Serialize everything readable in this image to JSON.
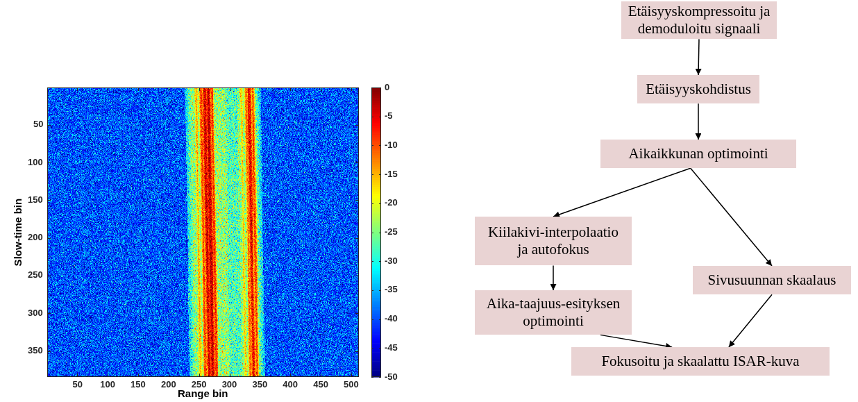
{
  "diagram": {
    "nodes": [
      {
        "text": [
          "Etäisyyskompressoitu ja demoduloitu signaali"
        ]
      },
      {
        "text": [
          "Etäisyyskohdistus"
        ]
      },
      {
        "text": [
          "Aikaikkunan optimointi"
        ]
      },
      {
        "text": [
          "Kiilakivi-interpolaatio ja autofokus"
        ]
      },
      {
        "text": [
          "Aika-taajuus-esityksen optimointi"
        ]
      },
      {
        "text": [
          "Sivusuunnan skaalaus"
        ]
      },
      {
        "text": [
          "Fokusoitu ja skaalattu ISAR-kuva"
        ]
      }
    ],
    "edges": [
      {
        "from": 0,
        "to": 1,
        "arrow": "to"
      },
      {
        "from": 1,
        "to": 2,
        "arrow": "to"
      },
      {
        "from": 2,
        "to": 3,
        "arrow": "to"
      },
      {
        "from": 2,
        "to": 5,
        "arrow": "to"
      },
      {
        "from": 3,
        "to": 4,
        "arrow": "to"
      },
      {
        "from": 4,
        "to": 6,
        "arrow": "to"
      },
      {
        "from": 5,
        "to": 6,
        "arrow": "to"
      }
    ],
    "labels": [
      "Slow-time bin",
      "50",
      "100",
      "150",
      "200",
      "250",
      "300",
      "350",
      "Range bin",
      "50",
      "100",
      "150",
      "200",
      "250",
      "300",
      "350",
      "400",
      "450",
      "500",
      "0",
      "-5",
      "-10",
      "-15",
      "-20",
      "-25",
      "-30",
      "-35",
      "-40",
      "-45",
      "-50"
    ]
  }
}
